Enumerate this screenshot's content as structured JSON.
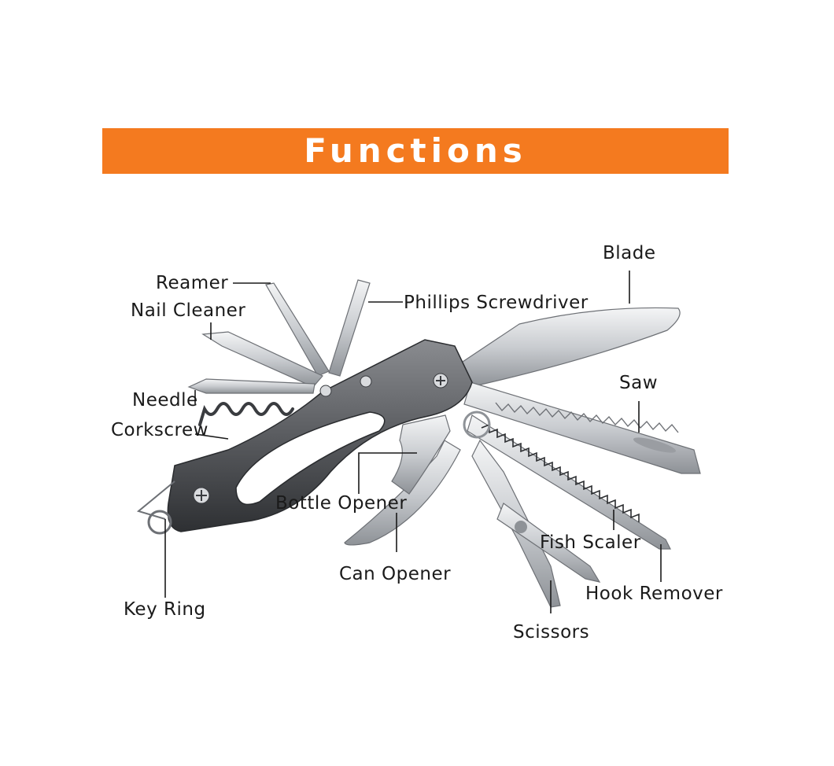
{
  "title": "Functions",
  "colors": {
    "banner": "#f47a1f",
    "banner_text": "#ffffff",
    "label_text": "#1a1a1a",
    "handle": "#5a5c60",
    "steel": "#d9dbde"
  },
  "labels": {
    "reamer": "Reamer",
    "nail_cleaner": "Nail Cleaner",
    "needle": "Needle",
    "corkscrew": "Corkscrew",
    "key_ring": "Key Ring",
    "phillips_screwdriver": "Phillips Screwdriver",
    "blade": "Blade",
    "saw": "Saw",
    "bottle_opener": "Bottle Opener",
    "can_opener": "Can Opener",
    "fish_scaler": "Fish Scaler",
    "hook_remover": "Hook Remover",
    "scissors": "Scissors"
  }
}
